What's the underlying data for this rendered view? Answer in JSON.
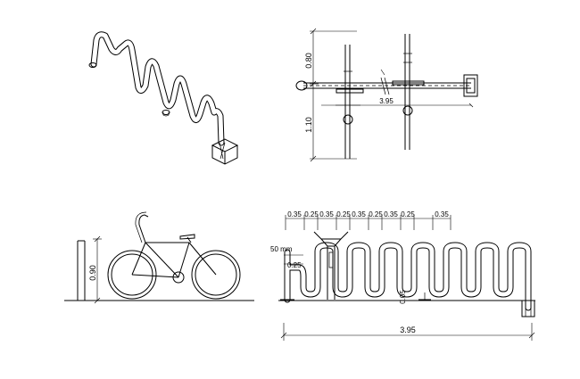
{
  "plan": {
    "dim_upper": "0.80",
    "dim_lower": "1.10",
    "dim_length": "3.95"
  },
  "side": {
    "dim_height": "0.90"
  },
  "elevation": {
    "spacings": [
      "0.35",
      "0.25",
      "0.35",
      "0.25",
      "0.35",
      "0.25",
      "0.35",
      "0.25",
      "0.35"
    ],
    "label_tube": "50 mm",
    "dim_base": "0.25",
    "dim_foot": "0.05",
    "dim_length": "3.95"
  }
}
